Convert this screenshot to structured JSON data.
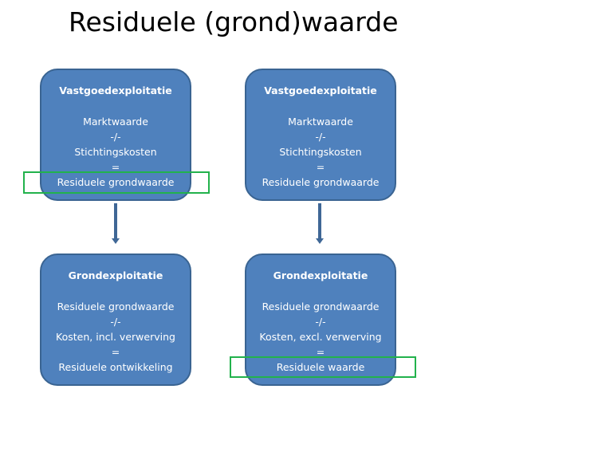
{
  "title": "Residuele (grond)waarde",
  "boxes": {
    "top_left": {
      "heading": "Vastgoedexploitatie",
      "lines": [
        "Marktwaarde",
        "-/-",
        "Stichtingskosten",
        "=",
        "Residuele grondwaarde"
      ]
    },
    "top_right": {
      "heading": "Vastgoedexploitatie",
      "lines": [
        "Marktwaarde",
        "-/-",
        "Stichtingskosten",
        "=",
        "Residuele grondwaarde"
      ]
    },
    "bottom_left": {
      "heading": "Grondexploitatie",
      "lines": [
        "Residuele grondwaarde",
        "-/-",
        "Kosten, incl. verwerving",
        "=",
        "Residuele ontwikkeling"
      ]
    },
    "bottom_right": {
      "heading": "Grondexploitatie",
      "lines": [
        "Residuele grondwaarde",
        "-/-",
        "Kosten, excl. verwerving",
        "=",
        "Residuele waarde"
      ]
    }
  },
  "colors": {
    "box_fill": "#4f81bd",
    "box_border": "#3a6492",
    "arrow": "#3f6796",
    "highlight": "#22b24c"
  }
}
